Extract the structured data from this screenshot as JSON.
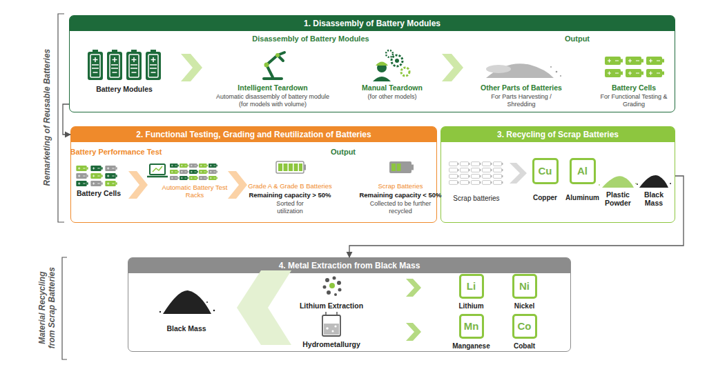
{
  "diagram": {
    "nodes": [
      {
        "text": [
          "1. Disassembly of Battery Modules"
        ]
      },
      {
        "text": [
          "2. Functional Testing, Grading and Reutilization of Batteries"
        ]
      },
      {
        "text": [
          "3. Recycling of Scrap Batteries"
        ]
      },
      {
        "text": [
          "Cu",
          "Copper"
        ],
        "in": 2
      },
      {
        "text": [
          "Al",
          "Aluminum"
        ],
        "in": 2
      },
      {
        "text": [
          "4. Metal Extraction from Black Mass"
        ]
      },
      {
        "text": [
          "Li",
          "Lithium"
        ],
        "in": 5
      },
      {
        "text": [
          "Ni",
          "Nickel"
        ],
        "in": 5
      },
      {
        "text": [
          "Mn",
          "Manganese"
        ],
        "in": 5
      },
      {
        "text": [
          "Co",
          "Cobalt"
        ],
        "in": 5
      }
    ],
    "edges": [
      {
        "from": 0,
        "to": 1,
        "arrow": "to"
      },
      {
        "from": 2,
        "to": 5,
        "arrow": "to"
      }
    ],
    "labels": [
      "Remarketing of Reusable Batteries",
      "Disassembly of Battery Modules",
      "Output",
      "Battery Modules",
      "Intelligent Teardown",
      "Automatic disassembly of battery module (for models with volume)",
      "Manual Teardown",
      "(for other models)",
      "Other Parts of Batteries",
      "For Parts Harvesting / Shredding",
      "Battery Cells",
      "For Functional Testing & Grading",
      "Battery Performance Test",
      "Output",
      "Battery Cells",
      "Automatic Battery Test Racks",
      "Grade A & Grade B Batteries",
      "Remaining capacity > 50%",
      "Sorted for utilization",
      "Scrap Batteries",
      "Remaining capacity < 50%",
      "Collected to be further recycled",
      "Scrap batteries",
      "Plastic Powder",
      "Black Mass",
      "Material Recycling from Scrap Batteries",
      "Black Mass",
      "Lithium Extraction",
      "Hydrometallurgy"
    ]
  }
}
